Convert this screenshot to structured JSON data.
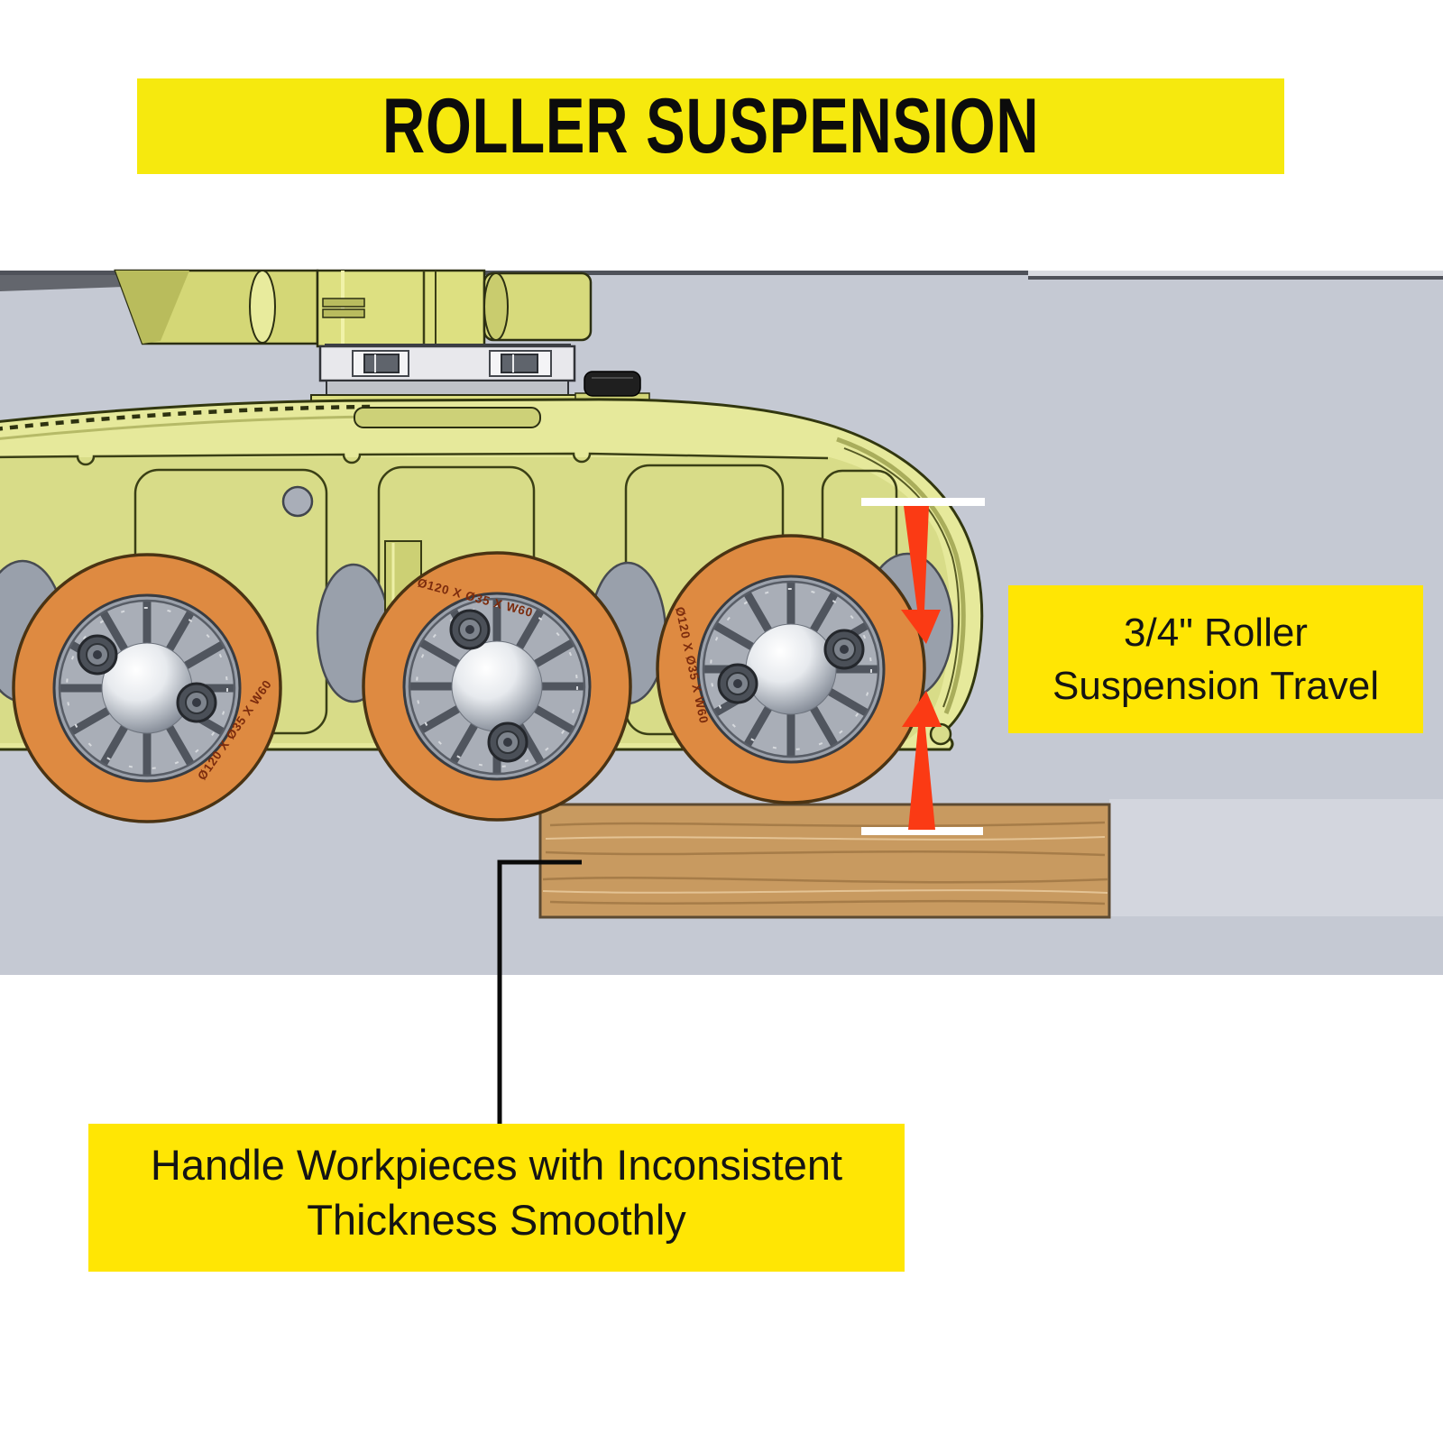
{
  "title": "ROLLER SUSPENSION",
  "callout_travel": {
    "line1": "3/4\" Roller",
    "line2": "Suspension Travel"
  },
  "callout_handle": {
    "line1": "Handle Workpieces with Inconsistent",
    "line2": "Thickness Smoothly"
  },
  "machine": {
    "tire_label": "Ø120 X Ø35 X W60"
  },
  "colors": {
    "banner_yellow": "#F6E90E",
    "callout_yellow": "#FFE604",
    "band_gray": "#C5C9D3",
    "machine_yellow": "#E6E99B",
    "roller_orange": "#DE8A41",
    "arrow_red": "#FB3A14",
    "wood_tan": "#C89A60"
  }
}
